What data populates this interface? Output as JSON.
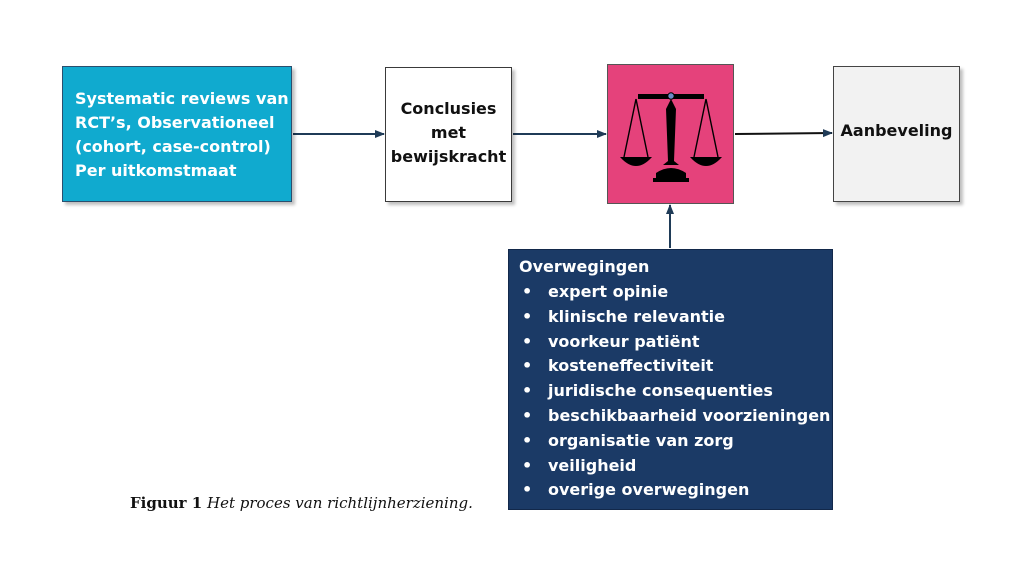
{
  "evidence_box": {
    "lines": [
      "Systematic reviews van",
      "RCT’s, Observationeel",
      "(cohort, case-control)",
      "Per uitkomstmaat"
    ]
  },
  "conclusions_box": {
    "lines": [
      "Conclusies",
      "met",
      "bewijskracht"
    ]
  },
  "recommendation_box": {
    "label": "Aanbeveling"
  },
  "considerations_box": {
    "heading": "Overwegingen",
    "bullet": "•",
    "items": [
      "expert opinie",
      "klinische relevantie",
      "voorkeur patiënt",
      "kosteneffectiviteit",
      "juridische consequenties",
      "beschikbaarheid voorzieningen",
      "organisatie van zorg",
      "veiligheid",
      "overige overwegingen"
    ]
  },
  "caption": {
    "label": "Figuur 1",
    "text": "Het proces van richtlijnherziening."
  },
  "colors": {
    "evidence": "#10aacf",
    "scale_box": "#e5427b",
    "considerations": "#1b3a66",
    "recommendation": "#f2f2f2",
    "arrow": "#1f3b57"
  },
  "icons": {
    "scale": "balance-scale-icon"
  }
}
